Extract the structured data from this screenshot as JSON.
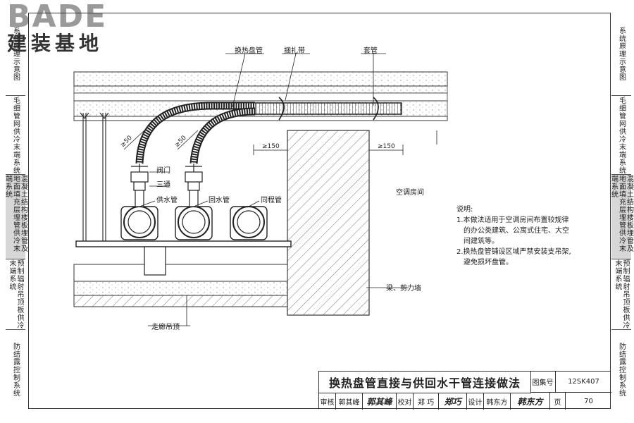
{
  "logo": {
    "brand": "BADE",
    "sub": "建装基地"
  },
  "left_tabs": [
    "系统原理示意图",
    "毛细管网供冷末端系统",
    "混凝土结构楼板埋管及地面填充层埋管供冷末端系统",
    "预制辐射吊顶板供冷末端系统",
    "防结露控制系统"
  ],
  "right_tabs": [
    "系统原理示意图",
    "毛细管网供冷末端系统",
    "混凝土结构楼板埋管及地面填充层埋管供冷末端系统",
    "预制辐射吊顶板供冷末端系统",
    "防结露控制系统"
  ],
  "active_tab_index": 2,
  "labels": {
    "coil_pipe": "换热盘管",
    "binding_strap": "捆扎带",
    "sleeve": "套管",
    "valve": "阀门",
    "tee": "三通",
    "supply_pipe": "供水管",
    "return_pipe": "回水管",
    "same_pipe": "同程管",
    "ac_room": "空调房间",
    "beam_wall": "梁、剪力墙",
    "corridor_ceiling": "走廊吊顶"
  },
  "dims": {
    "d50a": "≥50",
    "d50b": "≥50",
    "d150a": "≥150",
    "d150b": "≥150"
  },
  "notes": {
    "title": "说明:",
    "lines": [
      "1.本做法适用于空调房间布置较规律",
      "的办公类建筑、公寓式住宅、大空",
      "间建筑等。",
      "2.换热盘管铺设区域严禁安装支吊架,",
      "避免损坏盘管。"
    ]
  },
  "title_block": {
    "title": "换热盘管直接与供回水干管连接做法",
    "atlas_label": "图集号",
    "atlas_no": "12SK407",
    "review_label": "审核",
    "reviewer": "郭其峰",
    "reviewer_sig": "郭其峰",
    "check_label": "校对",
    "checker": "郑 巧",
    "checker_sig": "郑巧",
    "design_label": "设计",
    "designer": "韩东方",
    "designer_sig": "韩东方",
    "page_label": "页",
    "page_no": "70"
  },
  "colors": {
    "line": "#333333",
    "tab_active": "#d7d7d7",
    "logo_grey": "#9a9a9a"
  }
}
